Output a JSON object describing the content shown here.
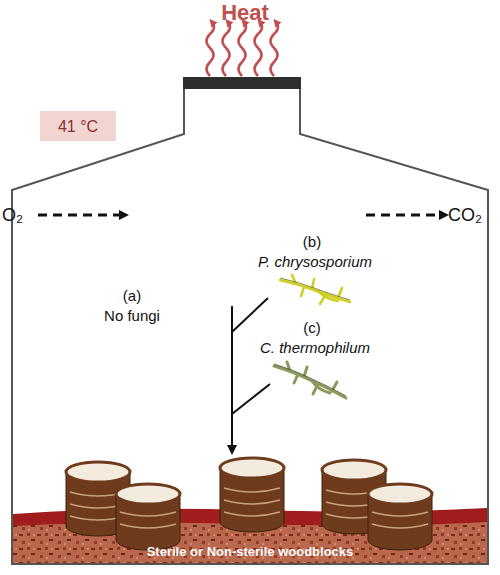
{
  "diagram": {
    "nodes": [
      {
        "text": [
          "41 °C"
        ]
      },
      {
        "text": [
          "Sterile or Non-sterile woodblocks"
        ]
      }
    ],
    "labels": [
      "Heat",
      "O₂",
      "CO₂",
      "(a)",
      "No fungi",
      "(b)",
      "P. chrysosporium",
      "(c)",
      "C. thermophilum"
    ]
  }
}
